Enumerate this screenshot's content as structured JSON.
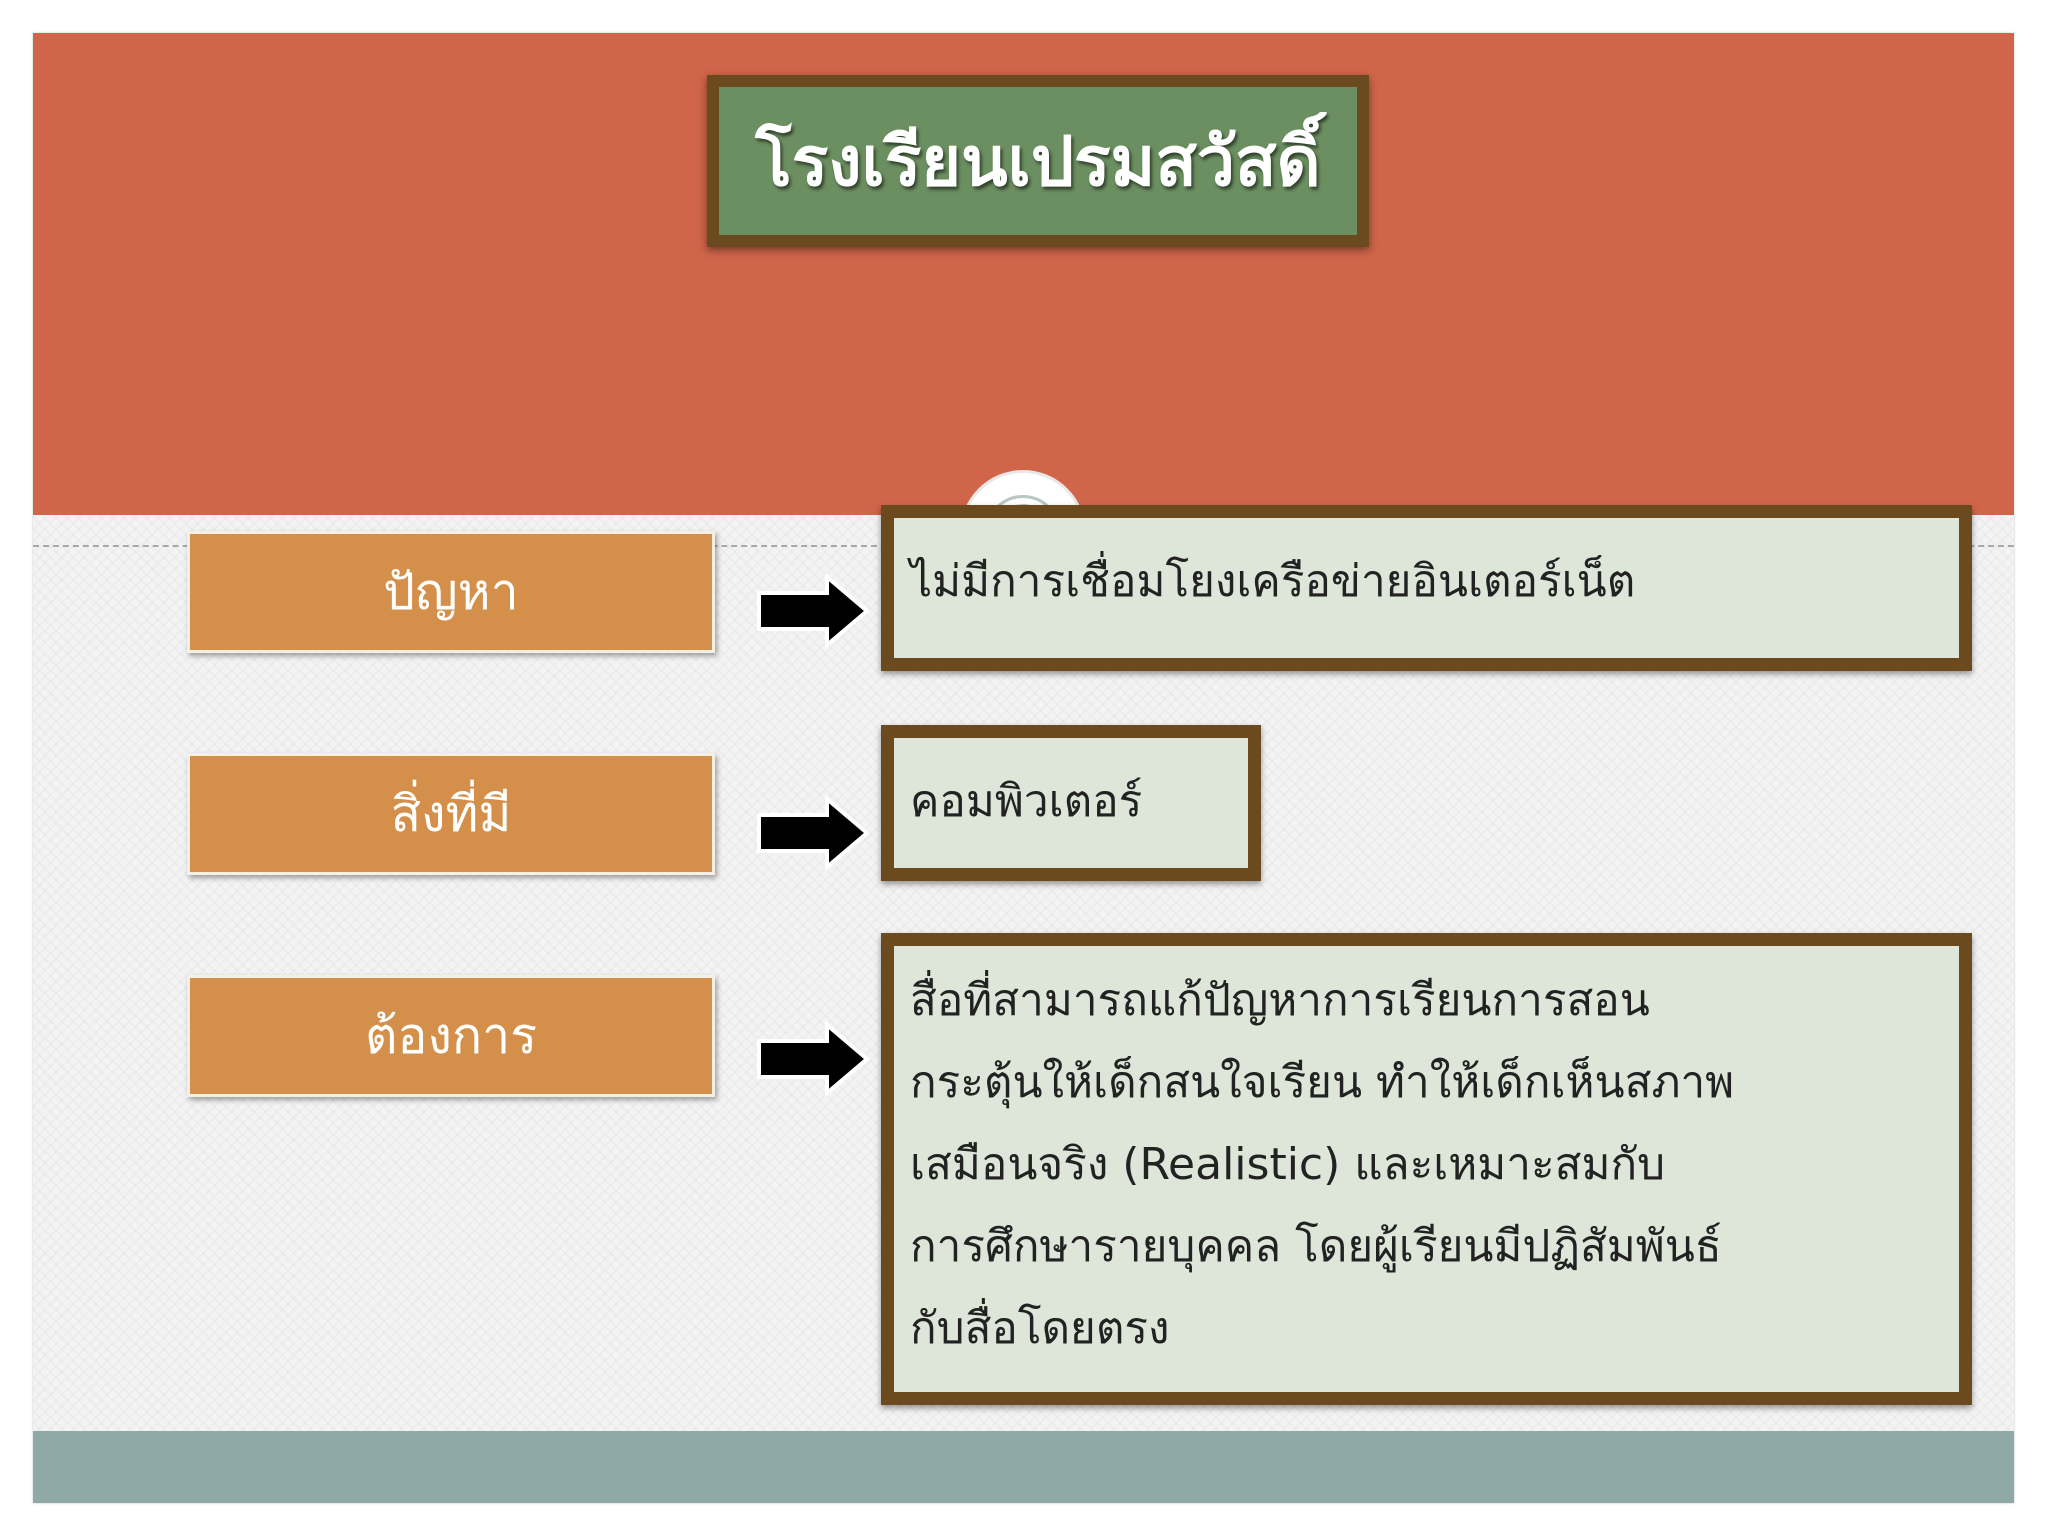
{
  "title": "โรงเรียนเปรมสวัสดิ์",
  "rows": [
    {
      "label": "ปัญหา",
      "content_lines": [
        "ไม่มีการเชื่อมโยงเครือข่ายอินเตอร์เน็ต"
      ]
    },
    {
      "label": "สิ่งที่มี",
      "content_lines": [
        "คอมพิวเตอร์"
      ]
    },
    {
      "label": "ต้องการ",
      "content_lines": [
        "สื่อที่สามารถแก้ปัญหาการเรียนการสอน",
        "กระตุ้นให้เด็กสนใจเรียน ทำให้เด็กเห็นสภาพ",
        "เสมือนจริง (Realistic) และเหมาะสมกับ",
        "การศึกษารายบุคคล โดยผู้เรียนมีปฏิสัมพันธ์",
        "กับสื่อโดยตรง"
      ]
    }
  ],
  "colors": {
    "top_band": "#d0654a",
    "title_fill": "#6b8f60",
    "frame_brown": "#6b4a1f",
    "label_fill": "#d4904a",
    "content_fill": "#dde6d9",
    "bottom_band": "#8fa9a7",
    "arrow": "#000000"
  }
}
